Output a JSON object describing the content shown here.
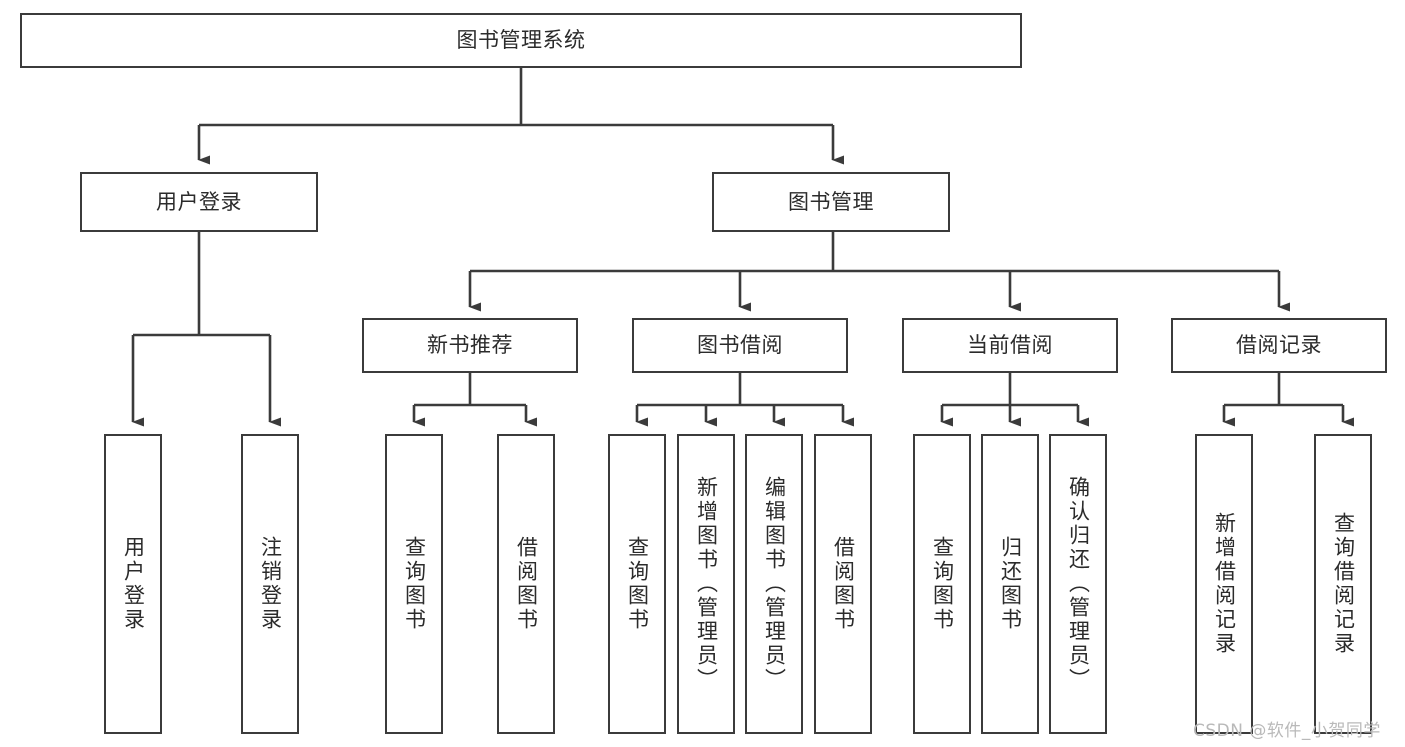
{
  "diagram": {
    "title": "图书管理系统",
    "type": "hierarchy-tree",
    "levels": 4,
    "nodes": {
      "root": {
        "label": "图书管理系统",
        "orientation": "horizontal"
      },
      "user_login": {
        "label": "用户登录",
        "orientation": "horizontal"
      },
      "book_manage": {
        "label": "图书管理",
        "orientation": "horizontal"
      },
      "new_book_rec": {
        "label": "新书推荐",
        "orientation": "horizontal"
      },
      "book_borrow": {
        "label": "图书借阅",
        "orientation": "horizontal"
      },
      "current_borrow": {
        "label": "当前借阅",
        "orientation": "horizontal"
      },
      "borrow_record": {
        "label": "借阅记录",
        "orientation": "horizontal"
      },
      "leaf_user_login": {
        "label": "用户登录",
        "orientation": "vertical"
      },
      "leaf_logout": {
        "label": "注销登录",
        "orientation": "vertical"
      },
      "leaf_query_book_1": {
        "label": "查询图书",
        "orientation": "vertical"
      },
      "leaf_borrow_book_1": {
        "label": "借阅图书",
        "orientation": "vertical"
      },
      "leaf_query_book_2": {
        "label": "查询图书",
        "orientation": "vertical"
      },
      "leaf_add_book": {
        "label": "新增图书（管理员）",
        "orientation": "vertical"
      },
      "leaf_edit_book": {
        "label": "编辑图书（管理员）",
        "orientation": "vertical"
      },
      "leaf_borrow_book_2": {
        "label": "借阅图书",
        "orientation": "vertical"
      },
      "leaf_query_book_3": {
        "label": "查询图书",
        "orientation": "vertical"
      },
      "leaf_return_book": {
        "label": "归还图书",
        "orientation": "vertical"
      },
      "leaf_confirm_return": {
        "label": "确认归还（管理员）",
        "orientation": "vertical"
      },
      "leaf_add_record": {
        "label": "新增借阅记录",
        "orientation": "vertical"
      },
      "leaf_query_record": {
        "label": "查询借阅记录",
        "orientation": "vertical"
      }
    },
    "colors": {
      "border": "#3b3b3b",
      "text": "#2b2b2b",
      "background": "#ffffff",
      "connector": "#3b3b3b",
      "watermark": "#b9b9b9"
    }
  },
  "watermark": {
    "text": "CSDN @软件_小贺同学"
  }
}
